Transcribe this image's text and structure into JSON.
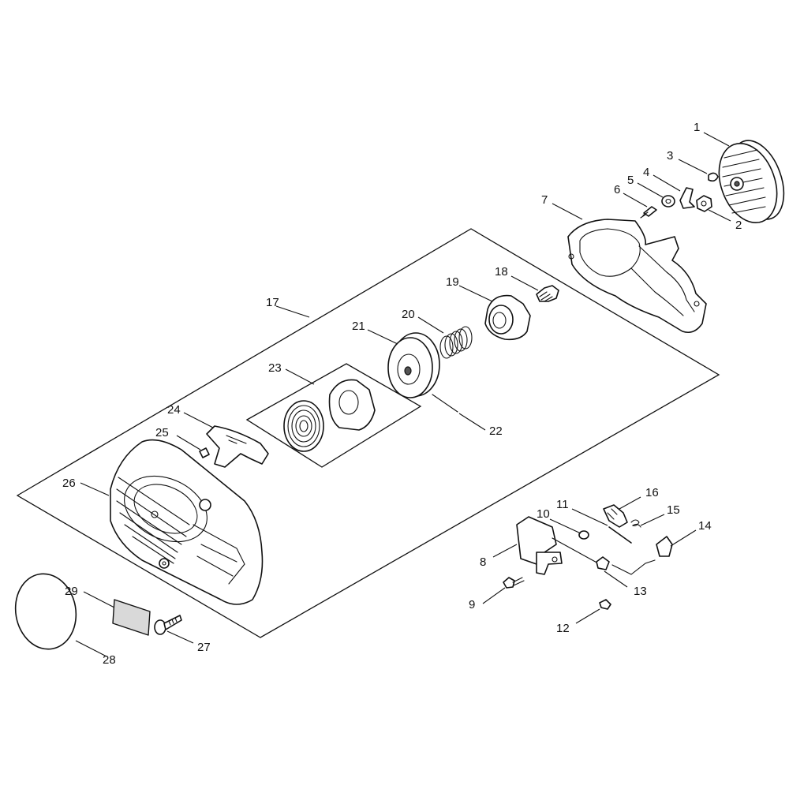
{
  "callouts": [
    {
      "id": 1,
      "label": "1"
    },
    {
      "id": 2,
      "label": "2"
    },
    {
      "id": 3,
      "label": "3"
    },
    {
      "id": 4,
      "label": "4"
    },
    {
      "id": 5,
      "label": "5"
    },
    {
      "id": 6,
      "label": "6"
    },
    {
      "id": 7,
      "label": "7"
    },
    {
      "id": 8,
      "label": "8"
    },
    {
      "id": 9,
      "label": "9"
    },
    {
      "id": 10,
      "label": "10"
    },
    {
      "id": 11,
      "label": "11"
    },
    {
      "id": 12,
      "label": "12"
    },
    {
      "id": 13,
      "label": "13"
    },
    {
      "id": 14,
      "label": "14"
    },
    {
      "id": 15,
      "label": "15"
    },
    {
      "id": 16,
      "label": "16"
    },
    {
      "id": 17,
      "label": "17"
    },
    {
      "id": 18,
      "label": "18"
    },
    {
      "id": 19,
      "label": "19"
    },
    {
      "id": 20,
      "label": "20"
    },
    {
      "id": 21,
      "label": "21"
    },
    {
      "id": 22,
      "label": "22"
    },
    {
      "id": 23,
      "label": "23"
    },
    {
      "id": 24,
      "label": "24"
    },
    {
      "id": 25,
      "label": "25"
    },
    {
      "id": 26,
      "label": "26"
    },
    {
      "id": 27,
      "label": "27"
    },
    {
      "id": 28,
      "label": "28"
    },
    {
      "id": 29,
      "label": "29"
    }
  ]
}
